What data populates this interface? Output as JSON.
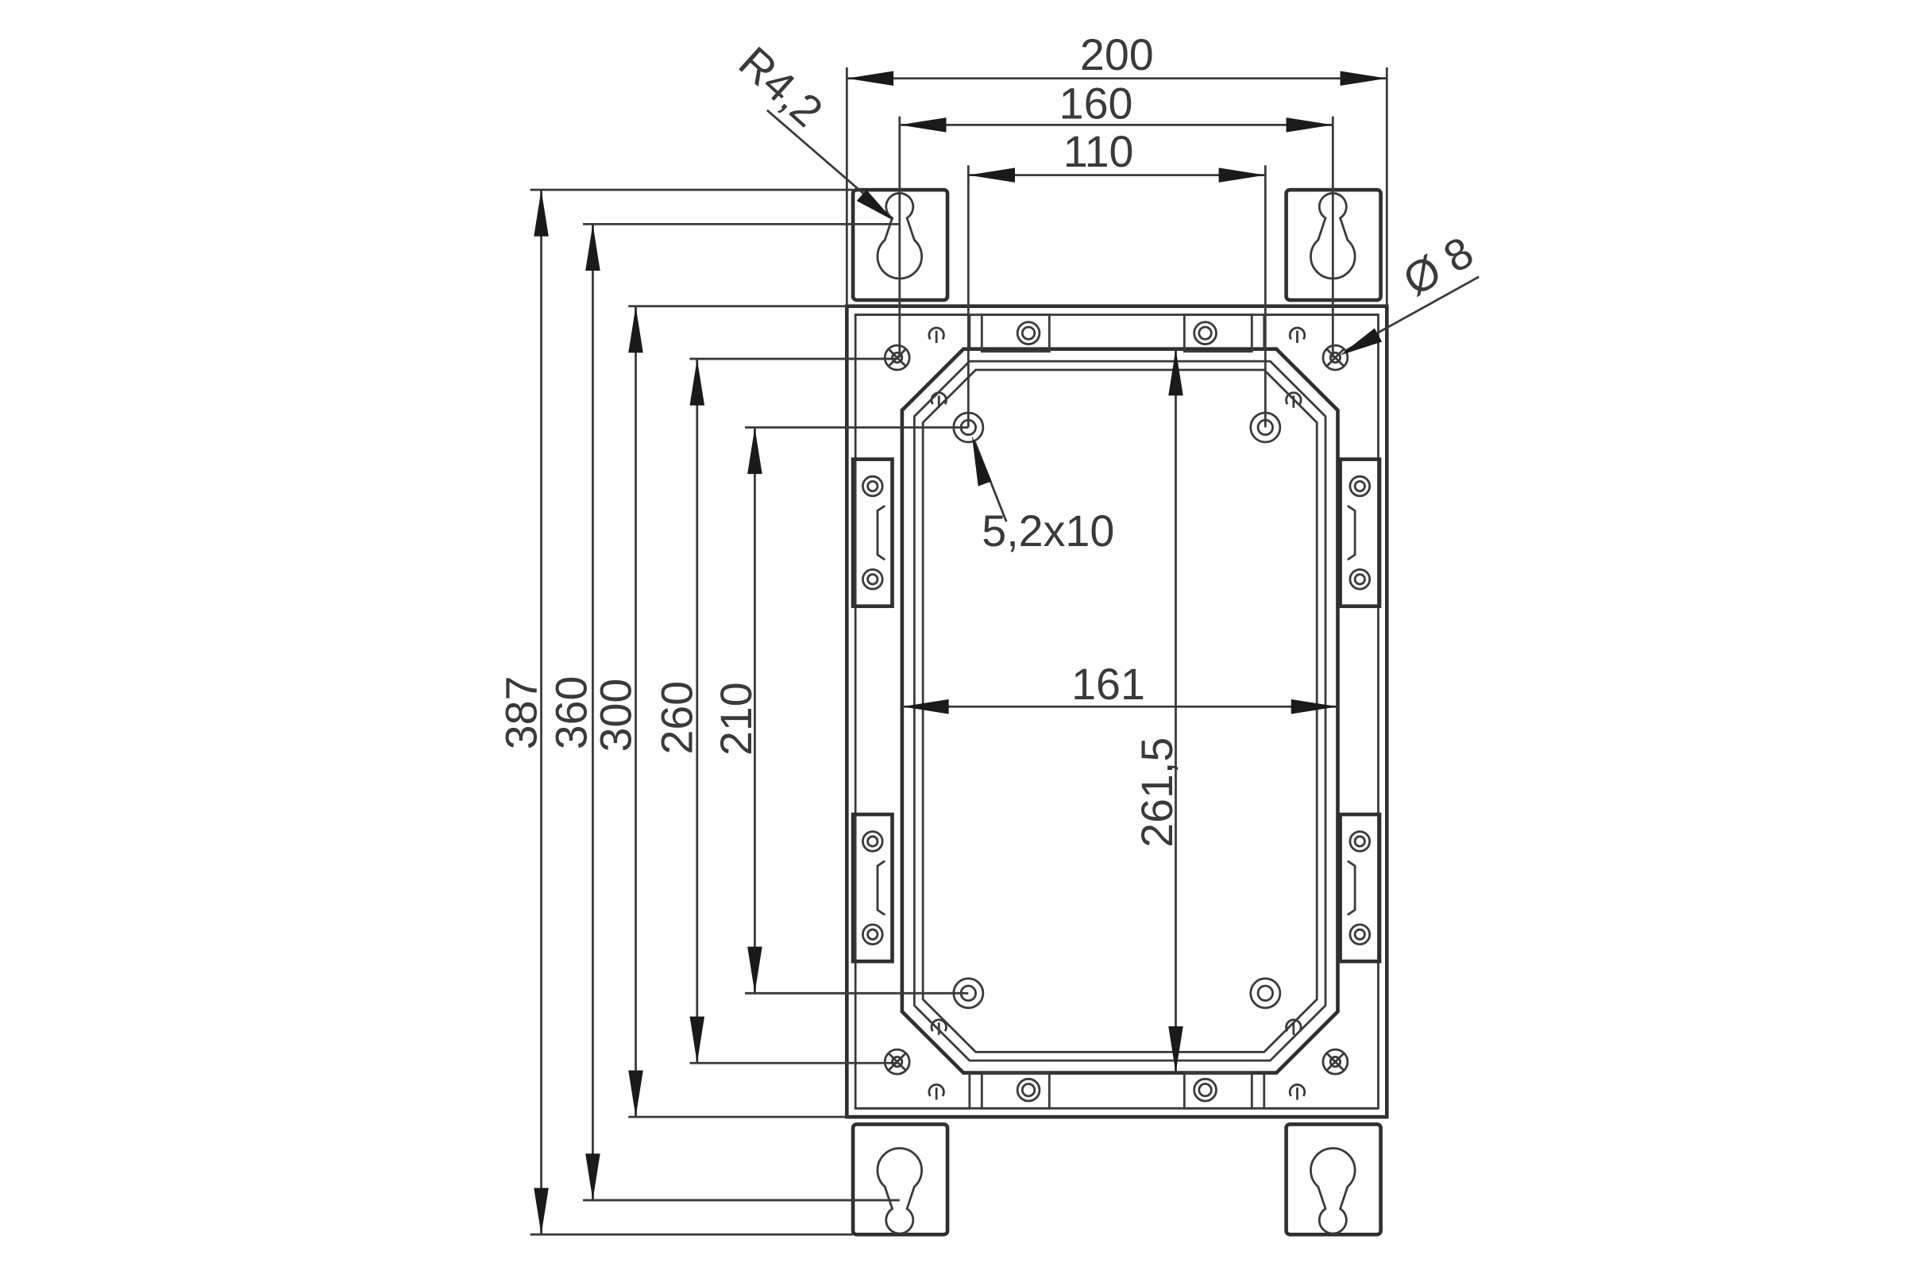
{
  "drawing": {
    "dimensions": {
      "width_overall": "200",
      "keyhole_spacing_x": "160",
      "hole_spacing_x": "110",
      "height_overall": "387",
      "keyhole_spacing_y": "360",
      "frame_height": "300",
      "mount_spacing_y": "260",
      "hole_spacing_y": "210",
      "inner_width": "161",
      "inner_height": "261,5"
    },
    "callouts": {
      "keyhole_radius": "R4,2",
      "mount_hole_diameter": "Ø 8",
      "screw_hole": "5,2x10"
    }
  }
}
